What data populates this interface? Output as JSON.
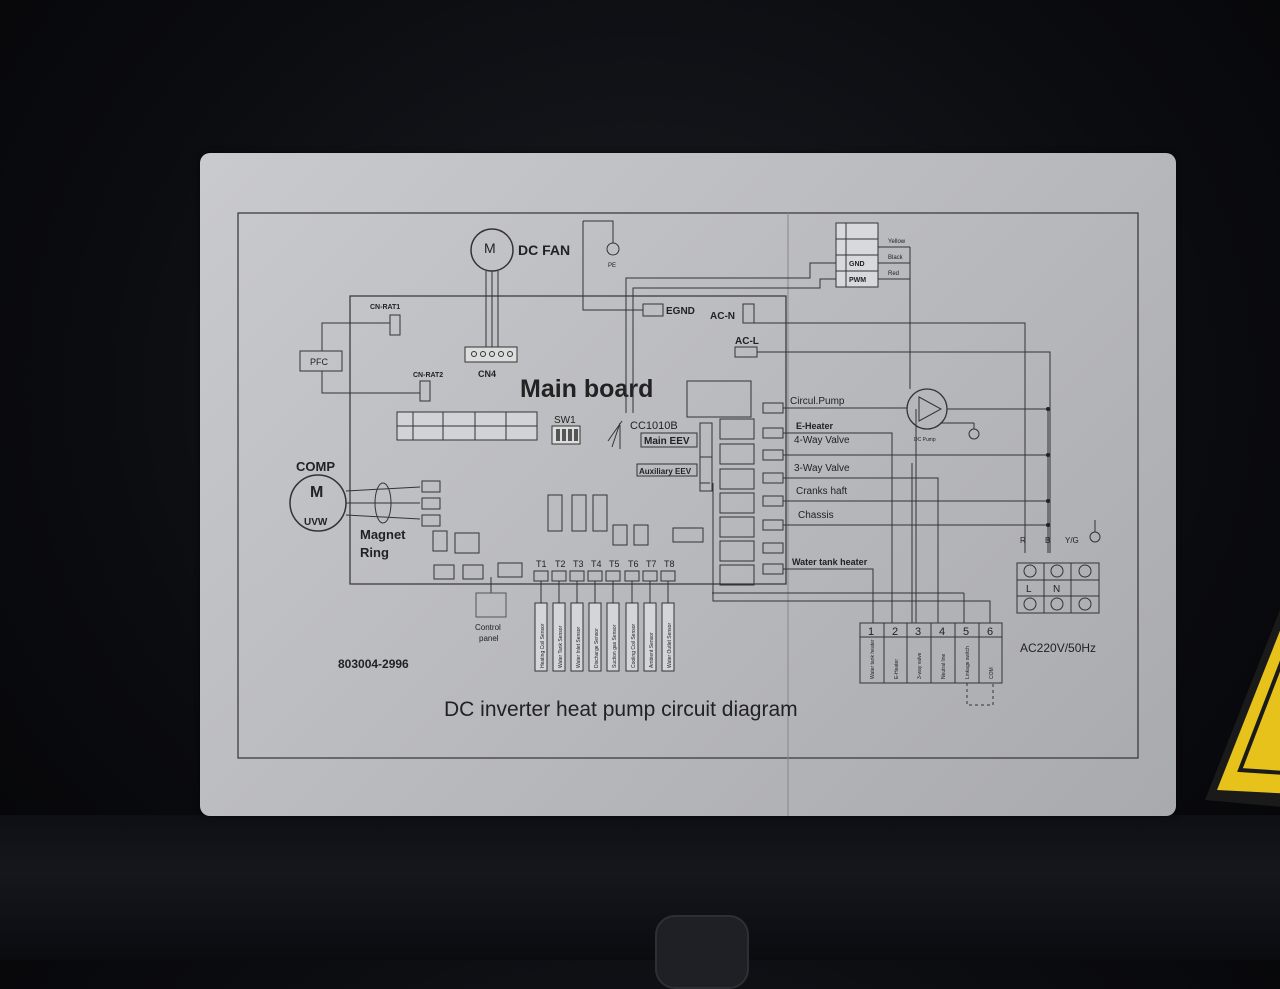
{
  "diagram": {
    "title": "DC inverter heat pump circuit diagram",
    "part_number": "803004-2996",
    "main_board_label": "Main board",
    "dc_fan_label": "DC FAN",
    "motor_symbol": "M",
    "comp_label": "COMP",
    "comp_phases": "UVW",
    "magnet_ring_label": [
      "Magnet",
      "Ring"
    ],
    "pfc_label": "PFC",
    "cn_rat1_label": "CN-RAT1",
    "cn_rat2_label": "CN-RAT2",
    "cn4_label": "CN4",
    "egnd_label": "EGND",
    "acn_label": "AC-N",
    "acl_label": "AC-L",
    "pe_label": "PE",
    "sw1_label": "SW1",
    "chip_label": "CC1010B",
    "main_eev_label": "Main EEV",
    "aux_eev_label": "Auxiliary EEV",
    "circ_pump_label": "Circul.Pump",
    "dc_pump_label": "DC Pump",
    "outputs": [
      {
        "label": "E-Heater"
      },
      {
        "label": "4-Way Valve"
      },
      {
        "label": "3-Way Valve"
      },
      {
        "label": "Cranks haft"
      },
      {
        "label": "Chassis"
      },
      {
        "label": ""
      },
      {
        "label": "Water tank heater"
      }
    ],
    "sensors": [
      "T1",
      "T2",
      "T3",
      "T4",
      "T5",
      "T6",
      "T7",
      "T8"
    ],
    "sensor_names": [
      "Heating Coil Sensor",
      "Water Tank Sensor",
      "Water Inlet Sensor",
      "Discharge Sensor",
      "Suction gas Sensor",
      "Cooling Coil Sensor",
      "Ambient Sensor",
      "Water Outlet Sensor"
    ],
    "control_panel_label": [
      "Control",
      "panel"
    ],
    "top_right_wires": [
      "Yellow",
      "Black",
      "Red"
    ],
    "top_right_pins": [
      "GND",
      "PWM"
    ],
    "terminal_numbers": [
      "1",
      "2",
      "3",
      "4",
      "5",
      "6"
    ],
    "terminal_names": [
      "Water tank heater",
      "E-Heater",
      "3-way valve",
      "Neutral line",
      "Linkage switch",
      "COM"
    ],
    "power_wires": [
      "R",
      "B",
      "Y/G"
    ],
    "power_terminals": [
      "L",
      "N"
    ],
    "power_label": "AC220V/50Hz"
  },
  "colors": {
    "plate": "#c0c1c5",
    "ink": "#222222",
    "background": "#0b0c10",
    "warning": "#e6c21a"
  }
}
